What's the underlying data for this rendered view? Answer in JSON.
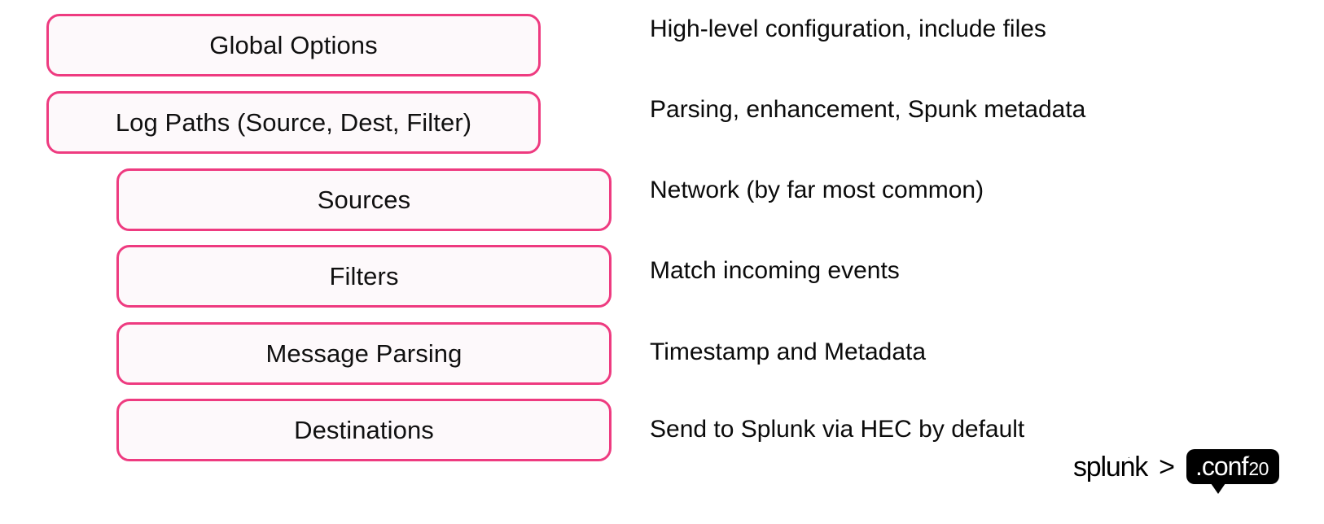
{
  "slide": {
    "background_color": "#ffffff",
    "box_border_color": "#ee3b80",
    "box_fill_color": "#fdf9fb",
    "text_color": "#101010"
  },
  "rows": [
    {
      "box_label": "Global Options",
      "description": "High-level configuration, include files",
      "indent": 0
    },
    {
      "box_label": "Log Paths (Source, Dest, Filter)",
      "description": "Parsing, enhancement, Spunk metadata",
      "indent": 0
    },
    {
      "box_label": "Sources",
      "description": "Network (by far most common)",
      "indent": 1
    },
    {
      "box_label": "Filters",
      "description": "Match incoming events",
      "indent": 1
    },
    {
      "box_label": "Message Parsing",
      "description": "Timestamp and Metadata",
      "indent": 1
    },
    {
      "box_label": "Destinations",
      "description": "Send to Splunk via HEC by default",
      "indent": 1
    }
  ],
  "logo": {
    "wordmark": "splunk",
    "registered_mark": "·",
    "chevron": ">",
    "bubble_conf": ".conf",
    "bubble_year": "20"
  }
}
